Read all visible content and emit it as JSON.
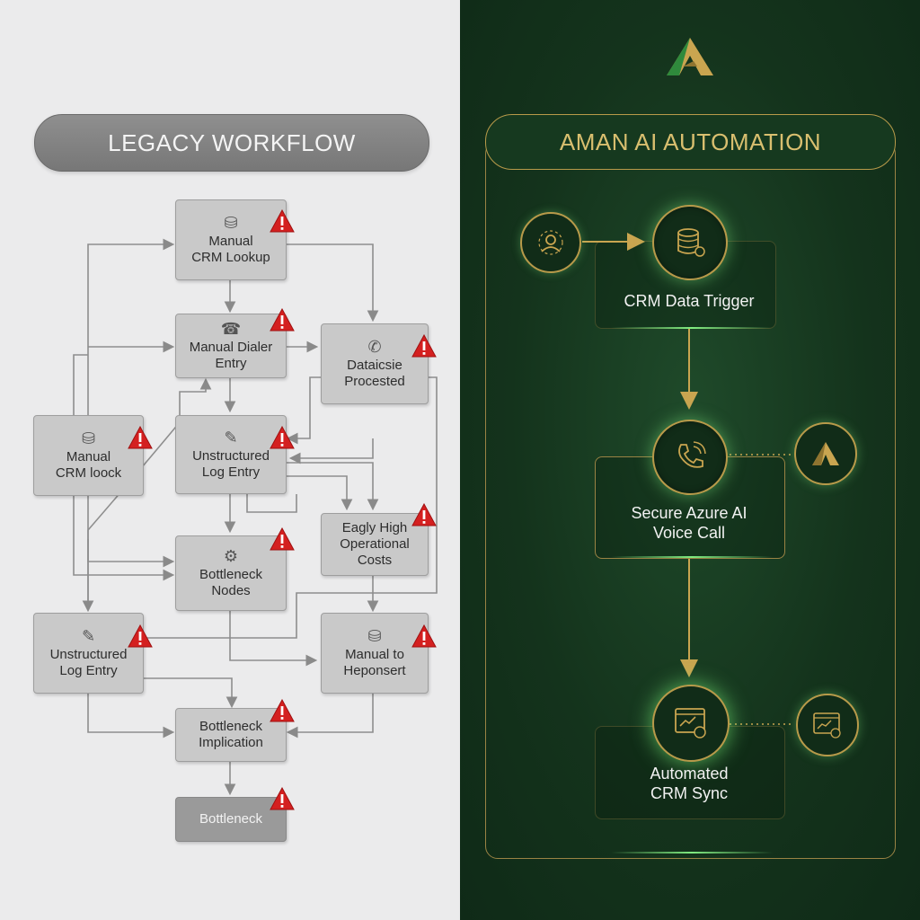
{
  "left": {
    "title": "LEGACY WORKFLOW",
    "nodes": {
      "crm_lookup": "Manual\nCRM Lookup",
      "dialer": "Manual Dialer\nEntry",
      "processed": "Dataicsie\nProcested",
      "crm_loock": "Manual\nCRM loock",
      "log_entry_1": "Unstructured\nLog Entry",
      "op_costs": "Eagly High\nOperational\nCosts",
      "bottleneck_nodes": "Bottleneck\nNodes",
      "log_entry_2": "Unstructured\nLog Entry",
      "heponsert": "Manual to\nHeponsert",
      "implication": "Bottleneck\nImplication",
      "bottleneck": "Bottleneck"
    },
    "warning_icon": "warning-triangle-icon"
  },
  "right": {
    "title": "AMAN AI AUTOMATION",
    "logo_icon": "aman-logo-icon",
    "steps": {
      "trigger": "CRM Data Trigger",
      "voice": "Secure Azure AI\nVoice Call",
      "sync": "Automated\nCRM Sync"
    },
    "colors": {
      "gold": "#b89a4a",
      "green_glow": "#7bff7b",
      "panel": "#14331c"
    }
  }
}
